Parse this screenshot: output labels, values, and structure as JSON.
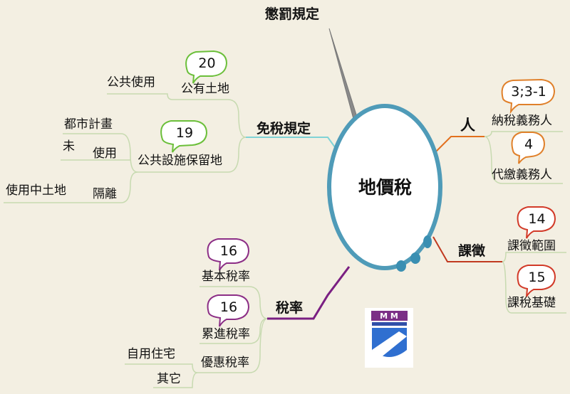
{
  "center": {
    "label": "地價稅"
  },
  "branches": {
    "penalty": {
      "label": "懲罰規定"
    },
    "exemption": {
      "label": "免稅規定",
      "public_land": {
        "label": "公有土地",
        "article": "20",
        "sub": "公共使用"
      },
      "reserved_land": {
        "label": "公共設施保留地",
        "article": "19",
        "urban_plan": "都市計畫",
        "unfinished": "未",
        "use": "使用",
        "in_use_land": "使用中土地",
        "isolation": "隔離"
      }
    },
    "person": {
      "label": "人",
      "taxpayer": {
        "label": "納稅義務人",
        "article": "3;3-1"
      },
      "withholder": {
        "label": "代繳義務人",
        "article": "4"
      }
    },
    "levy": {
      "label": "課徵",
      "scope": {
        "label": "課徵範圍",
        "article": "14"
      },
      "base": {
        "label": "課稅基礎",
        "article": "15"
      }
    },
    "rate": {
      "label": "稅率",
      "basic": {
        "label": "基本稅率",
        "article": "16"
      },
      "progressive": {
        "label": "累進稅率",
        "article": "16"
      },
      "preferential": {
        "label": "優惠稅率",
        "self_use": "自用住宅",
        "other": "其它"
      }
    }
  },
  "colors": {
    "background": "#f3efe2",
    "center_ring": "#4f9bb8",
    "center_dots": "#3a8fb2",
    "penalty_line": "#8a8a8a",
    "exemption_line": "#7fd3d6",
    "person_line": "#e2701e",
    "levy_line": "#c0391f",
    "rate_line": "#7a1f82",
    "bubble_green": "#6bbf3a",
    "bubble_orange": "#e0802a",
    "bubble_red": "#d23a28",
    "bubble_purple": "#8c2e86",
    "leaf_line": "#c7dab0"
  }
}
